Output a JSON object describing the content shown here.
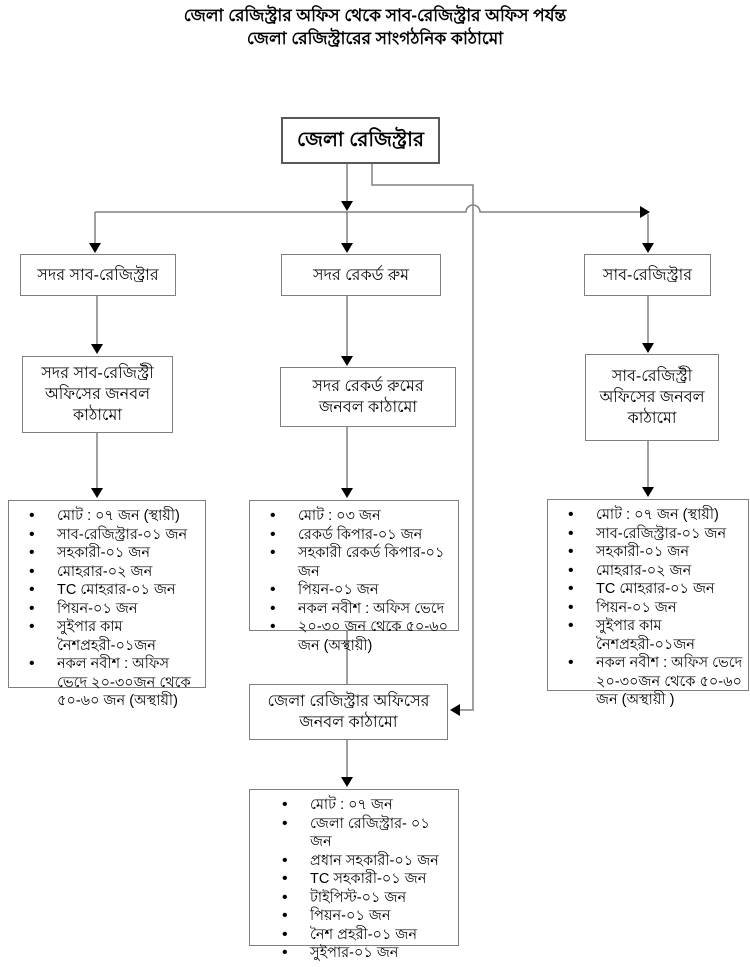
{
  "title": {
    "line1": "জেলা রেজিস্ট্রার অফিস থেকে সাব-রেজিস্ট্রার অফিস পর্যন্ত",
    "line2": "জেলা রেজিস্ট্রারের সাংগঠনিক কাঠামো"
  },
  "nodes": {
    "district_registrar": {
      "label": "জেলা রেজিস্ট্রার"
    },
    "sadar_sub_registrar": {
      "label": "সদর সাব-রেজিস্ট্রার"
    },
    "sadar_record_room": {
      "label": "সদর রেকর্ড রুম"
    },
    "sub_registrar": {
      "label": "সাব-রেজিস্ট্রার"
    },
    "sadar_sub_registry_staff": {
      "label": "সদর সাব-রেজিস্ট্রী\nঅফিসের জনবল\nকাঠামো"
    },
    "sadar_record_room_staff": {
      "label": "সদর রেকর্ড রুমের\nজনবল কাঠামো"
    },
    "sub_registry_staff": {
      "label": "সাব-রেজিস্ট্রী\nঅফিসের জনবল\nকাঠামো"
    },
    "district_registrar_office_staff": {
      "label": "জেলা রেজিস্ট্রার অফিসের\nজনবল কাঠামো"
    }
  },
  "lists": {
    "left": {
      "items": [
        "মোট : ০৭ জন (স্থায়ী)",
        "সাব-রেজিস্ট্রার-০১ জন",
        "সহকারী-০১ জন",
        "মোহরার-০২ জন",
        "TC মোহরার-০১ জন",
        "পিয়ন-০১ জন",
        "সুইপার কাম নৈশপ্রহরী-০১জন",
        "নকল নবীশ : অফিস ভেদে ২০-৩০জন থেকে ৫০-৬০ জন (অস্থায়ী)"
      ]
    },
    "middle": {
      "items": [
        "মোট : ০৩ জন",
        "রেকর্ড কিপার-০১ জন",
        "সহকারী রেকর্ড কিপার-০১ জন",
        "পিয়ন-০১ জন",
        "নকল নবীশ : অফিস ভেদে",
        "২০-৩০ জন থেকে ৫০-৬০ জন (অস্থায়ী)"
      ]
    },
    "right": {
      "items": [
        "মোট : ০৭ জন (স্থায়ী)",
        "সাব-রেজিস্ট্রার-০১ জন",
        "সহকারী-০১ জন",
        "মোহরার-০২ জন",
        "TC মোহরার-০১ জন",
        "পিয়ন-০১ জন",
        "সুইপার কাম নৈশপ্রহরী-০১জন",
        "নকল নবীশ : অফিস ভেদে ২০-৩০জন থেকে ৫০-৬০ জন (অস্থায়ী )"
      ]
    },
    "bottom": {
      "items": [
        "মোট : ০৭ জন",
        "জেলা রেজিস্ট্রার- ০১ জন",
        "প্রধান সহকারী-০১ জন",
        "TC সহকারী-০১ জন",
        "টাইপিস্ট-০১ জন",
        "পিয়ন-০১ জন",
        "নৈশ প্রহরী-০১ জন",
        "সুইপার-০১ জন"
      ]
    }
  },
  "colors": {
    "line": "#808080",
    "arrow": "#000000",
    "box_border": "#7f7f7f",
    "text": "#000000",
    "background": "#ffffff"
  }
}
